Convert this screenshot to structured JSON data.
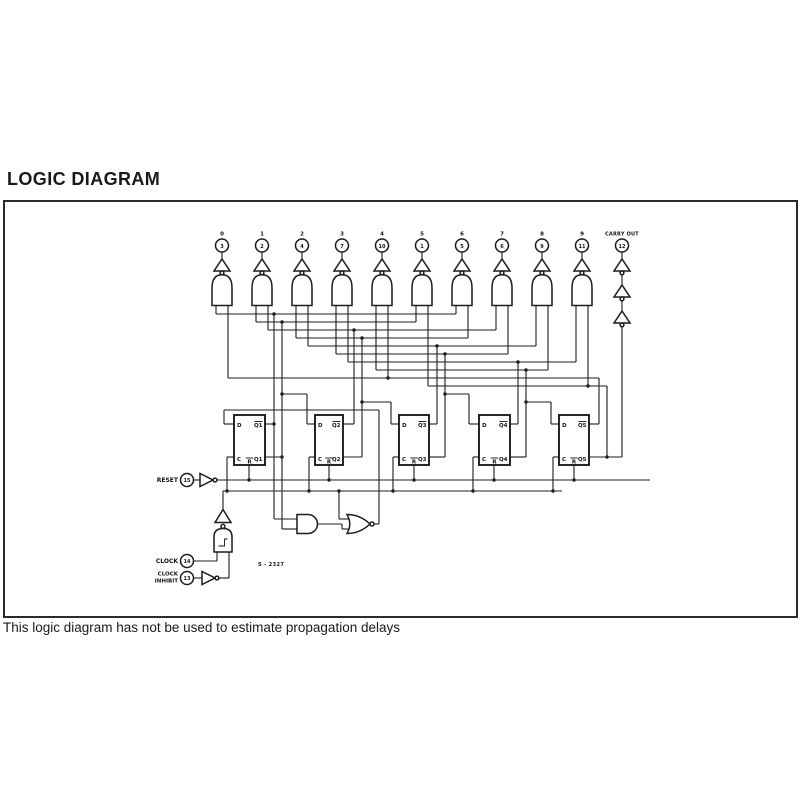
{
  "page": {
    "title": "LOGIC DIAGRAM",
    "footnote": "This logic diagram has not be used to estimate propagation delays"
  },
  "diagram": {
    "part_ref": "S - 2327",
    "outputs": [
      {
        "label": "0",
        "pin": "3"
      },
      {
        "label": "1",
        "pin": "2"
      },
      {
        "label": "2",
        "pin": "4"
      },
      {
        "label": "3",
        "pin": "7"
      },
      {
        "label": "4",
        "pin": "10"
      },
      {
        "label": "5",
        "pin": "1"
      },
      {
        "label": "6",
        "pin": "5"
      },
      {
        "label": "7",
        "pin": "6"
      },
      {
        "label": "8",
        "pin": "9"
      },
      {
        "label": "9",
        "pin": "11"
      }
    ],
    "carry_out": {
      "label": "CARRY OUT",
      "pin": "12"
    },
    "inputs": {
      "reset": {
        "label": "RESET",
        "pin": "15"
      },
      "clock": {
        "label": "CLOCK",
        "pin": "14"
      },
      "clock_inhibit": {
        "label_line1": "CLOCK",
        "label_line2": "INHIBIT",
        "pin": "13"
      }
    },
    "flipflops": [
      {
        "d": "D",
        "c": "C",
        "r": "R",
        "q": "Q1",
        "qb": "Q1"
      },
      {
        "d": "D",
        "c": "C",
        "r": "R",
        "q": "Q2",
        "qb": "Q2"
      },
      {
        "d": "D",
        "c": "C",
        "r": "R",
        "q": "Q3",
        "qb": "Q3"
      },
      {
        "d": "D",
        "c": "C",
        "r": "R",
        "q": "Q4",
        "qb": "Q4"
      },
      {
        "d": "D",
        "c": "C",
        "r": "R",
        "q": "Q5",
        "qb": "Q5"
      }
    ],
    "colors": {
      "ink": "#1c1c1c",
      "background": "#ffffff"
    }
  }
}
